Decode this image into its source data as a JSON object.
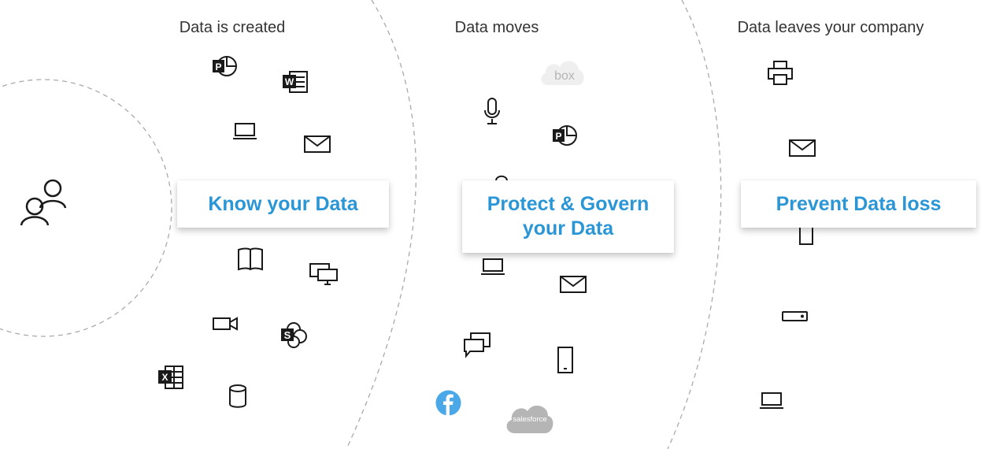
{
  "stages": [
    {
      "heading": "Data is created",
      "card_title": "Know your Data"
    },
    {
      "heading": "Data moves",
      "card_title": "Protect & Govern your Data"
    },
    {
      "heading": "Data leaves your company",
      "card_title": "Prevent Data loss"
    }
  ],
  "brand_labels": {
    "box": "box",
    "salesforce": "salesforce"
  },
  "colors": {
    "accent": "#2b96d6",
    "icon": "#1a1a1a",
    "dashed_line": "#aaaaaa",
    "facebook": "#4aa8e8",
    "cloud_grey": "#b5b5b5"
  },
  "icons": {
    "users": "users-icon",
    "powerpoint": "powerpoint-icon",
    "word": "word-icon",
    "laptop": "laptop-icon",
    "mail": "mail-icon",
    "book": "book-icon",
    "devices": "devices-icon",
    "video": "video-icon",
    "sharepoint": "sharepoint-icon",
    "excel": "excel-icon",
    "database": "database-icon",
    "microphone": "microphone-icon",
    "chat": "chat-icon",
    "phone": "phone-icon",
    "facebook": "facebook-icon",
    "printer": "printer-icon",
    "usb": "usb-drive-icon"
  }
}
